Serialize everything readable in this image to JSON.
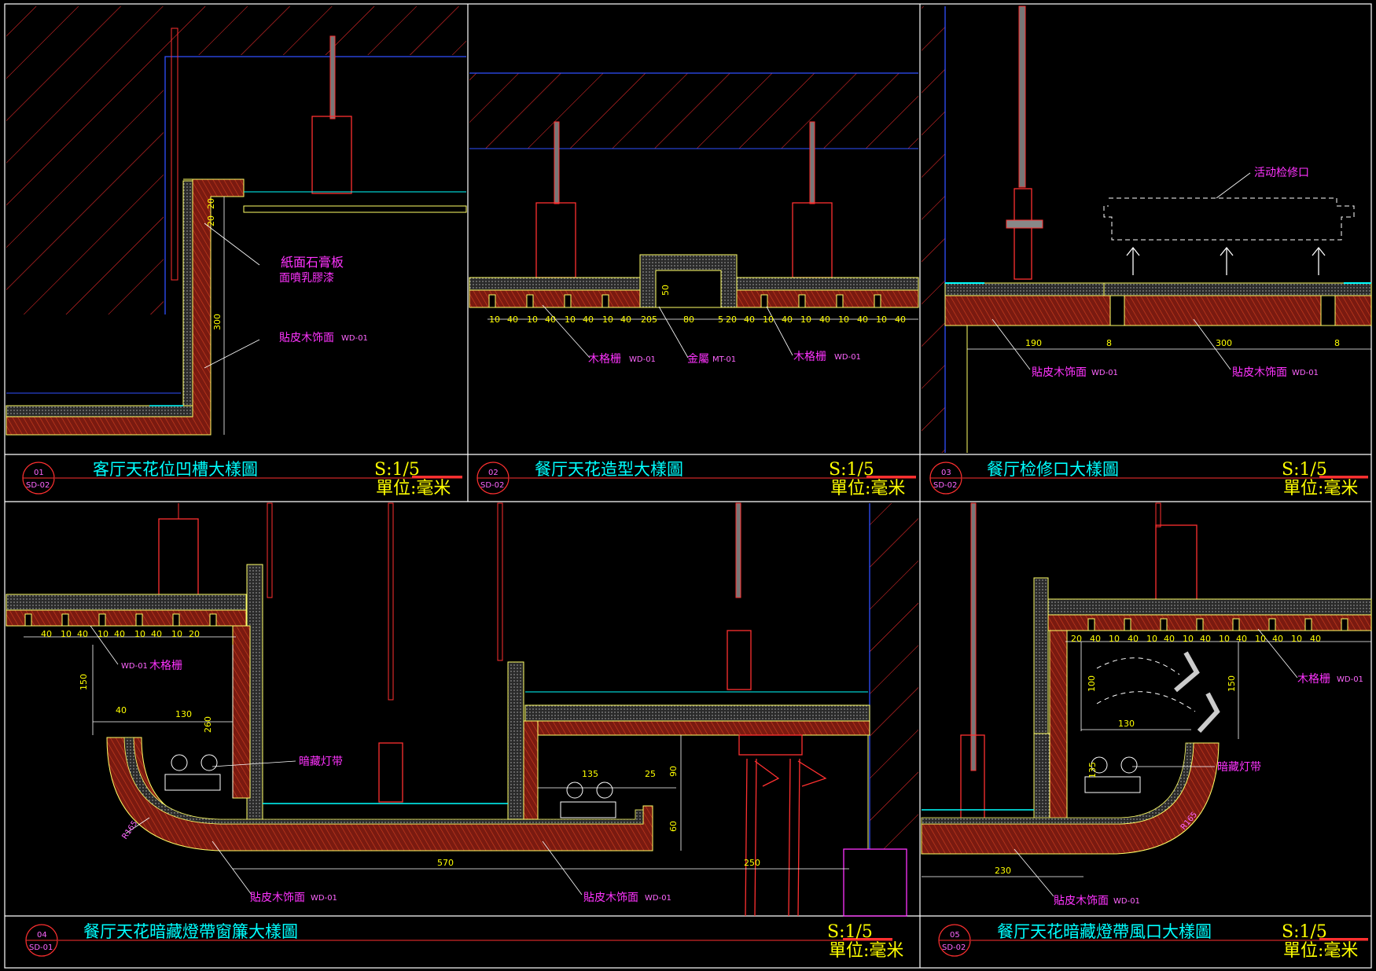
{
  "colors": {
    "frame": "#ffffff",
    "title": "#00ffff",
    "scale": "#ffff00",
    "note": "#ff33ff",
    "dimension": "#ffffff",
    "hatch": "#ff3030",
    "wood": "#a03020",
    "board": "#ffff66",
    "ceiling_line": "#3050ff"
  },
  "panels": [
    {
      "id": "panel-1",
      "bubble_num": "01",
      "bubble_ref": "SD-02",
      "title": "客厅天花位凹槽大樣圖",
      "scale": "S:1/5",
      "unit": "單位:毫米",
      "notes": [
        "紙面石膏板",
        "面噴乳膠漆",
        "貼皮木饰面",
        "WD-01"
      ],
      "dims": [
        "20",
        "20",
        "300"
      ]
    },
    {
      "id": "panel-2",
      "bubble_num": "02",
      "bubble_ref": "SD-02",
      "title": "餐厅天花造型大樣圖",
      "scale": "S:1/5",
      "unit": "單位:毫米",
      "notes": [
        "木格栅",
        "WD-01",
        "金屬",
        "MT-01",
        "木格栅",
        "WD-01"
      ],
      "dims_left": [
        "10",
        "40",
        "10",
        "40",
        "10",
        "40",
        "10",
        "40",
        "20",
        "5"
      ],
      "dims_mid": [
        "80",
        "50"
      ],
      "dims_right": [
        "5",
        "20",
        "40",
        "10",
        "40",
        "10",
        "40",
        "10",
        "40",
        "10",
        "40"
      ]
    },
    {
      "id": "panel-3",
      "bubble_num": "03",
      "bubble_ref": "SD-02",
      "title": "餐厅检修口大樣圖",
      "scale": "S:1/5",
      "unit": "單位:毫米",
      "notes": [
        "活动检修口",
        "貼皮木饰面",
        "WD-01",
        "貼皮木饰面",
        "WD-01"
      ],
      "dims": [
        "190",
        "8",
        "300",
        "8"
      ]
    },
    {
      "id": "panel-4",
      "bubble_num": "04",
      "bubble_ref": "SD-01",
      "title": "餐厅天花暗藏燈帶窗簾大樣圖",
      "scale": "S:1/5",
      "unit": "單位:毫米",
      "notes": [
        "WD-01",
        "木格栅",
        "暗藏灯带",
        "R165",
        "貼皮木饰面",
        "WD-01",
        "貼皮木饰面",
        "WD-01"
      ],
      "dims_top": [
        "40",
        "10",
        "40",
        "10",
        "40",
        "10",
        "40",
        "10",
        "20"
      ],
      "dims": [
        "150",
        "40",
        "130",
        "260",
        "135",
        "25",
        "90",
        "60",
        "570",
        "250"
      ]
    },
    {
      "id": "panel-5",
      "bubble_num": "05",
      "bubble_ref": "SD-02",
      "title": "餐厅天花暗藏燈帶風口大樣圖",
      "scale": "S:1/5",
      "unit": "單位:毫米",
      "notes": [
        "木格栅",
        "WD-01",
        "暗藏灯带",
        "R165",
        "貼皮木饰面",
        "WD-01"
      ],
      "dims_top": [
        "20",
        "40",
        "10",
        "40",
        "10",
        "40",
        "10",
        "40",
        "10",
        "40",
        "10",
        "40",
        "10",
        "40"
      ],
      "dims": [
        "100",
        "150",
        "130",
        "135",
        "230"
      ]
    }
  ]
}
